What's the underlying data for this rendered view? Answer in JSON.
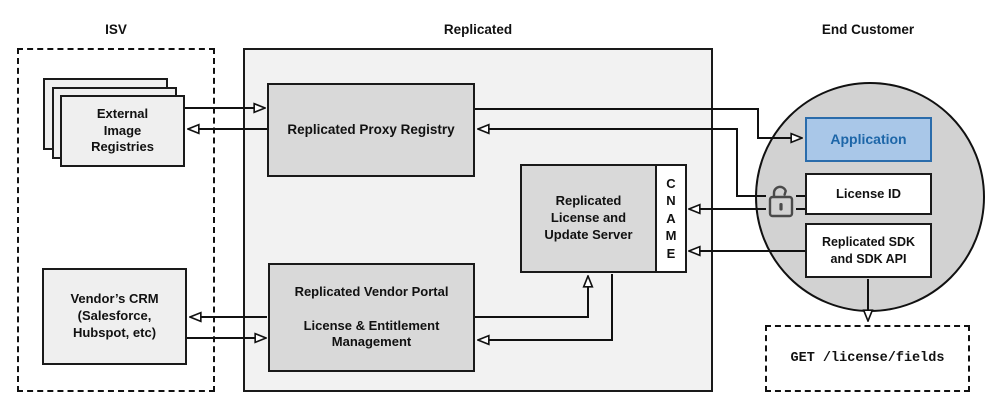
{
  "diagram": {
    "titles": {
      "isv": "ISV",
      "replicated": "Replicated",
      "end_customer": "End Customer"
    },
    "isv": {
      "external_registries": "External\nImage\nRegistries",
      "vendors_crm": "Vendor’s CRM\n(Salesforce,\nHubspot, etc)"
    },
    "replicated": {
      "proxy_registry": "Replicated Proxy Registry",
      "license_update_server": "Replicated\nLicense and\nUpdate Server",
      "cname": "C\nN\nA\nM\nE",
      "vendor_portal": "Replicated Vendor Portal\n\nLicense & Entitlement\nManagement"
    },
    "end_customer": {
      "application": "Application",
      "license_id": "License ID",
      "sdk": "Replicated SDK\nand SDK API",
      "api_request": "GET /license/fields"
    },
    "icons": {
      "license_lock": "unlocked-padlock-icon"
    },
    "colors": {
      "outer_box_fill": "#f2f2f2",
      "inner_box_fill": "#d9d9d9",
      "isv_box_fill": "#efefef",
      "circle_fill": "#d2d2d2",
      "application_fill": "#a9c7e8",
      "application_border": "#2a6cab",
      "application_text": "#1d66a8",
      "line_color": "#111111"
    },
    "connections": [
      {
        "from": "external-image-registries",
        "to": "replicated-proxy-registry"
      },
      {
        "from": "replicated-proxy-registry",
        "to": "external-image-registries"
      },
      {
        "from": "replicated-proxy-registry",
        "to": "application"
      },
      {
        "from": "license-id",
        "to": "replicated-proxy-registry"
      },
      {
        "from": "license-id",
        "to": "cname"
      },
      {
        "from": "replicated-sdk",
        "to": "cname"
      },
      {
        "from": "replicated-sdk",
        "to": "get-license-fields"
      },
      {
        "from": "vendor-portal",
        "to": "license-update-server"
      },
      {
        "from": "license-update-server",
        "to": "vendor-portal"
      },
      {
        "from": "vendor-portal",
        "to": "vendors-crm"
      },
      {
        "from": "vendors-crm",
        "to": "vendor-portal"
      }
    ]
  }
}
